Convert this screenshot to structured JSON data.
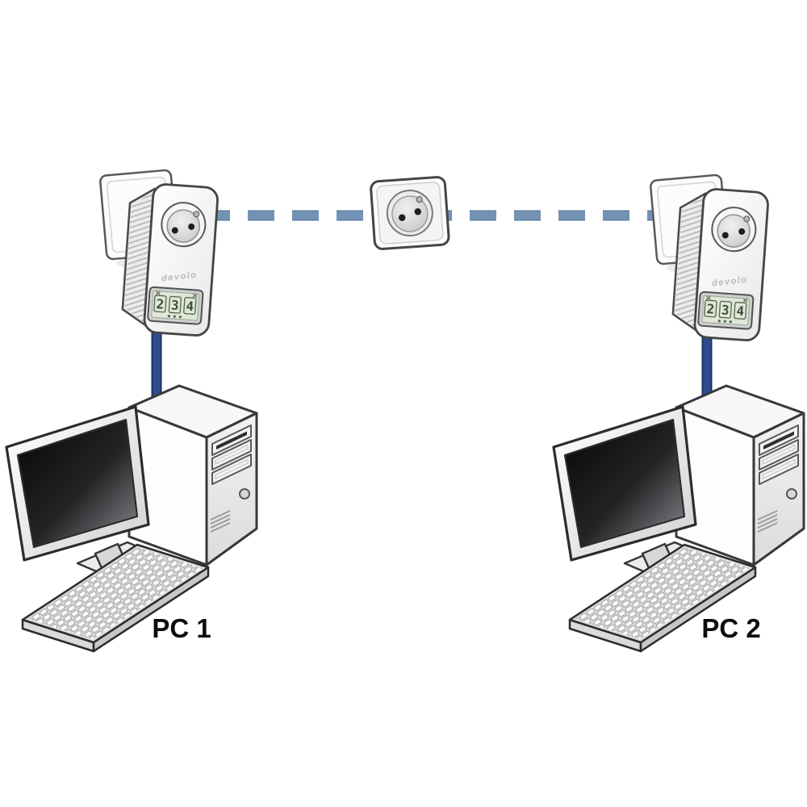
{
  "diagram": {
    "type": "powerline-network-setup",
    "background_color": "#ffffff",
    "powerline_link": {
      "style": "dashed",
      "color": "#7492b4",
      "edge_color": "#5e7fa2"
    },
    "ethernet_cable": {
      "color": "#2e4d90",
      "edge_color": "#1e3263"
    },
    "adapter_left": {
      "brand": "devolo",
      "display_digits": [
        "2",
        "3",
        "4"
      ]
    },
    "adapter_right": {
      "brand": "devolo",
      "display_digits": [
        "2",
        "3",
        "4"
      ]
    },
    "outlet": {
      "kind": "french-wall-socket"
    },
    "pc_left": {
      "label": "PC 1"
    },
    "pc_right": {
      "label": "PC 2"
    }
  }
}
